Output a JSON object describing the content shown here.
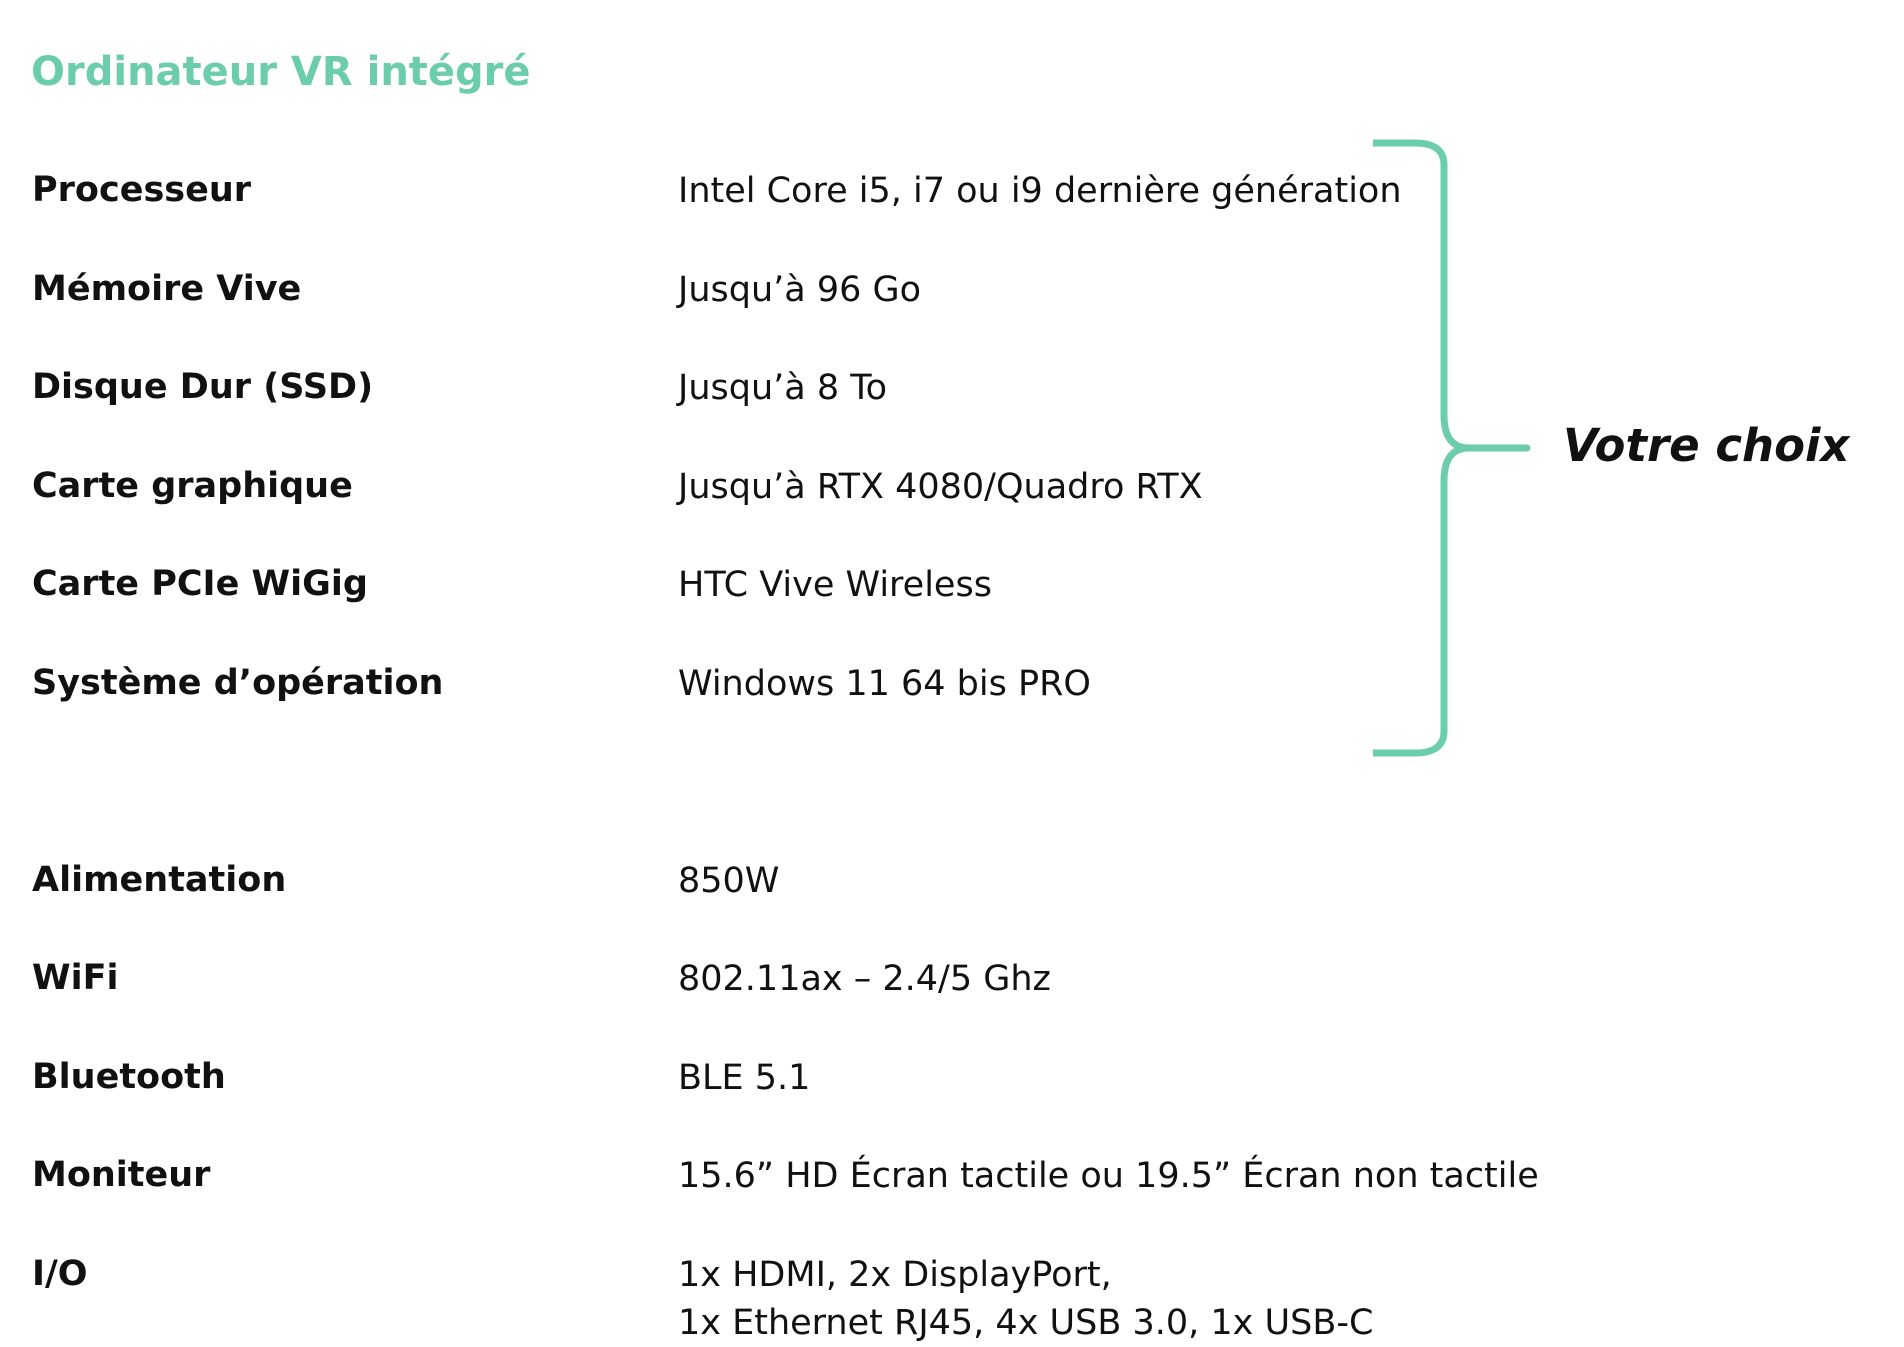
{
  "theme": {
    "accent": "#6ccdab",
    "text": "#111111"
  },
  "title": "Ordinateur VR intégré",
  "choice_label": "Votre choix",
  "specs": [
    {
      "label": "Processeur",
      "value": "Intel Core i5, i7 ou i9 dernière génération"
    },
    {
      "label": "Mémoire Vive",
      "value": "Jusqu’à 96 Go"
    },
    {
      "label": "Disque Dur (SSD)",
      "value": "Jusqu’à 8 To"
    },
    {
      "label": "Carte graphique",
      "value": "Jusqu’à RTX 4080/Quadro RTX"
    },
    {
      "label": "Carte PCIe WiGig",
      "value": "HTC Vive Wireless"
    },
    {
      "label": "Système d’opération",
      "value": "Windows 11 64 bis PRO"
    },
    {
      "label": "Alimentation",
      "value": "850W"
    },
    {
      "label": "WiFi",
      "value": "802.11ax – 2.4/5 Ghz"
    },
    {
      "label": "Bluetooth",
      "value": "BLE 5.1"
    },
    {
      "label": "Moniteur",
      "value": "15.6” HD Écran tactile ou 19.5” Écran non tactile"
    },
    {
      "label": "I/O",
      "value": "1x HDMI, 2x DisplayPort,",
      "value_line2": "1x Ethernet RJ45, 4x USB 3.0, 1x USB-C"
    }
  ]
}
